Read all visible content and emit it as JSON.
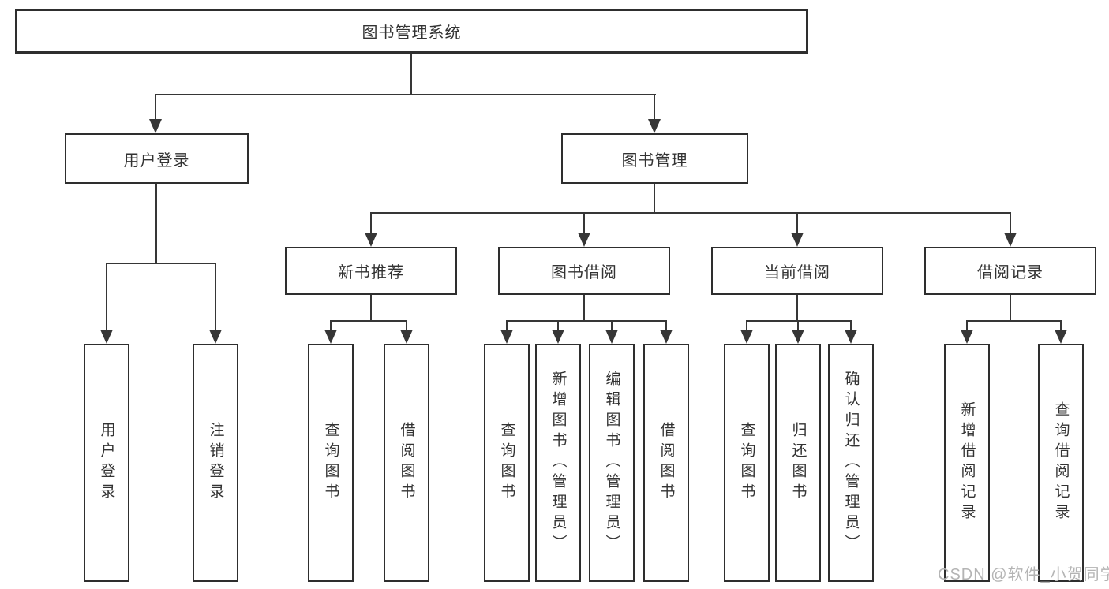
{
  "diagram": {
    "root": {
      "label": "图书管理系统"
    },
    "level2": [
      {
        "label": "用户登录",
        "children": [
          {
            "label": "用户登录"
          },
          {
            "label": "注销登录"
          }
        ]
      },
      {
        "label": "图书管理",
        "children": [
          {
            "label": "新书推荐",
            "children": [
              {
                "label": "查询图书"
              },
              {
                "label": "借阅图书"
              }
            ]
          },
          {
            "label": "图书借阅",
            "children": [
              {
                "label": "查询图书"
              },
              {
                "label": "新增图书（管理员）"
              },
              {
                "label": "编辑图书（管理员）"
              },
              {
                "label": "借阅图书"
              }
            ]
          },
          {
            "label": "当前借阅",
            "children": [
              {
                "label": "查询图书"
              },
              {
                "label": "归还图书"
              },
              {
                "label": "确认归还（管理员）"
              }
            ]
          },
          {
            "label": "借阅记录",
            "children": [
              {
                "label": "新增借阅记录"
              },
              {
                "label": "查询借阅记录"
              }
            ]
          }
        ]
      }
    ]
  },
  "watermark": {
    "text": "CSDN @软件_小贺同学"
  },
  "colors": {
    "line": "#363636",
    "box_border": "#2e2e2e",
    "text": "#333333",
    "watermark": "#b4b4b4",
    "background": "#ffffff"
  }
}
